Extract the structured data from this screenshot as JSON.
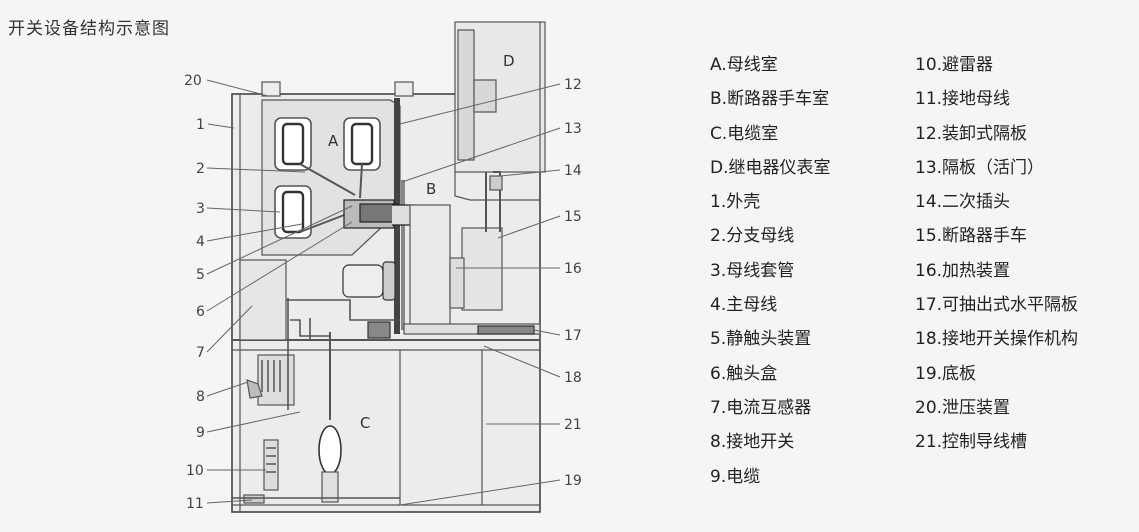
{
  "title": "开关设备结构示意图",
  "zones": {
    "A": "A",
    "B": "B",
    "C": "C",
    "D": "D"
  },
  "callouts": [
    "1",
    "2",
    "3",
    "4",
    "5",
    "6",
    "7",
    "8",
    "9",
    "10",
    "11",
    "12",
    "13",
    "14",
    "15",
    "16",
    "17",
    "18",
    "19",
    "20",
    "21"
  ],
  "legend_left": [
    "A.母线室",
    "B.断路器手车室",
    "C.电缆室",
    "D.继电器仪表室",
    "1.外壳",
    "2.分支母线",
    "3.母线套管",
    "4.主母线",
    "5.静触头装置",
    "6.触头盒",
    "7.电流互感器",
    "8.接地开关",
    "9.电缆"
  ],
  "legend_right": [
    "10.避雷器",
    "11.接地母线",
    "12.装卸式隔板",
    "13.隔板（活门）",
    "14.二次插头",
    "15.断路器手车",
    "16.加热装置",
    "17.可抽出式水平隔板",
    "18.接地开关操作机构",
    "19.底板",
    "20.泄压装置",
    "21.控制导线槽"
  ]
}
